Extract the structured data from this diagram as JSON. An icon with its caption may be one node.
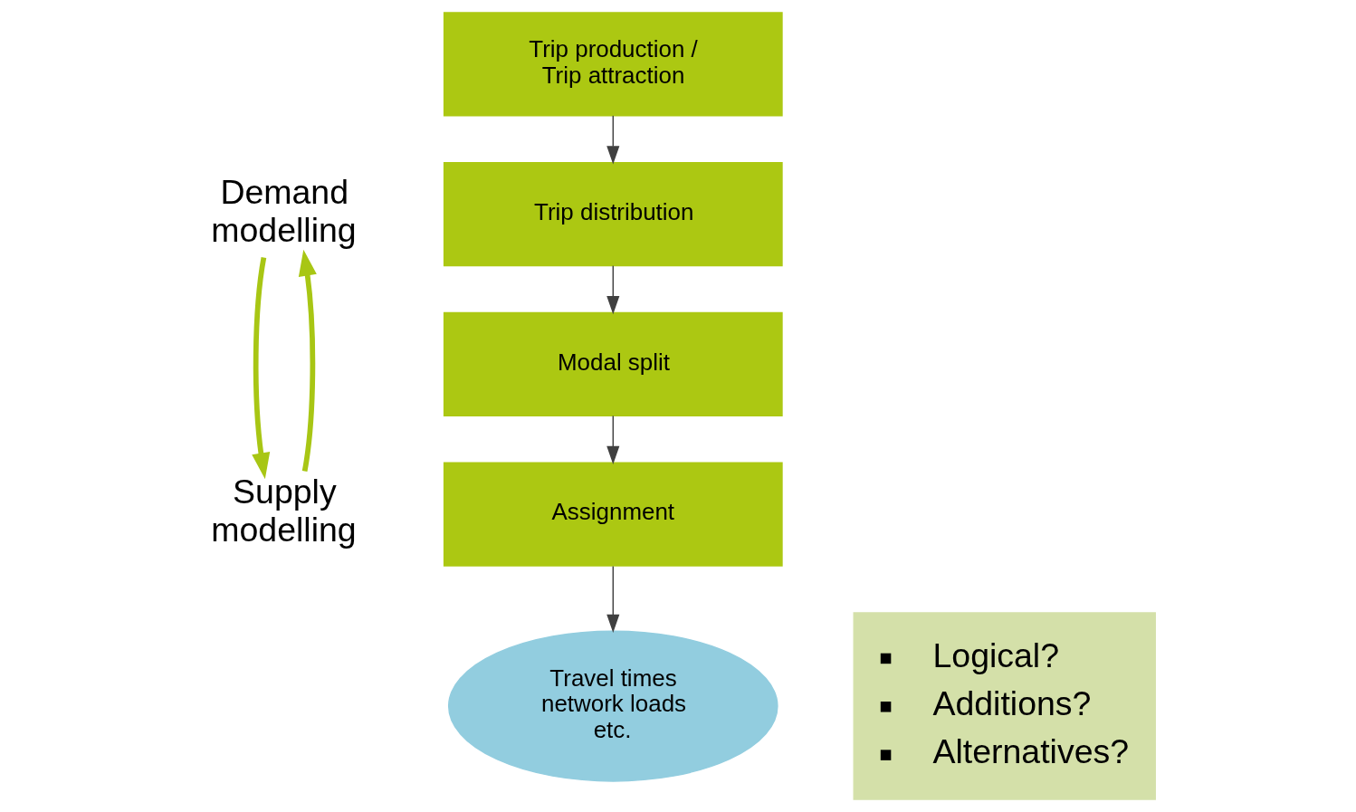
{
  "diagram": {
    "nodes": [
      {
        "text": [
          "Trip production / Trip attraction"
        ]
      },
      {
        "text": [
          "Trip distribution"
        ]
      },
      {
        "text": [
          "Modal split"
        ]
      },
      {
        "text": [
          "Assignment"
        ]
      },
      {
        "text": [
          "Travel times network loads etc."
        ]
      },
      {
        "text": [
          "Demand modelling"
        ]
      },
      {
        "text": [
          "Supply modelling"
        ]
      },
      {
        "text": [
          "Logical?",
          "Additions?",
          "Alternatives?"
        ]
      }
    ],
    "edges": [
      {
        "from": 0,
        "to": 1,
        "arrow": "to"
      },
      {
        "from": 1,
        "to": 2,
        "arrow": "to"
      },
      {
        "from": 2,
        "to": 3,
        "arrow": "to"
      },
      {
        "from": 3,
        "to": 4,
        "arrow": "to"
      },
      {
        "from": 5,
        "to": 6,
        "arrow": "to",
        "style": "thick",
        "color": "#a8c614"
      },
      {
        "from": 6,
        "to": 5,
        "arrow": "to",
        "style": "thick",
        "color": "#a8c614"
      }
    ]
  }
}
